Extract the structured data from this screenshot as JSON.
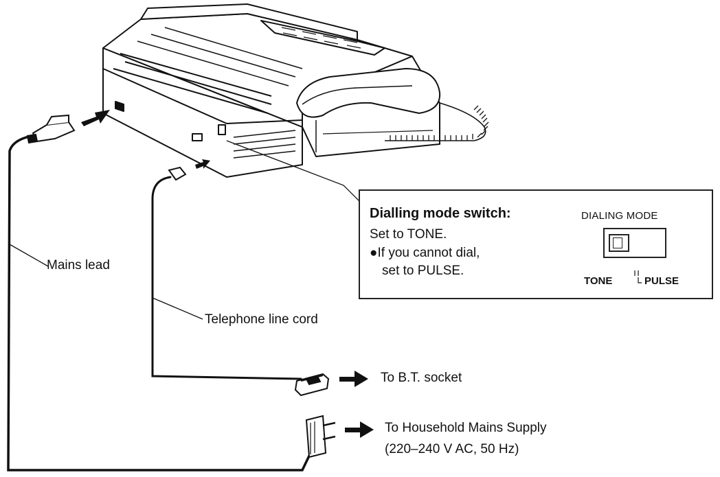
{
  "labels": {
    "mains_lead": "Mains lead",
    "telephone_line_cord": "Telephone line cord",
    "to_bt_socket": "To B.T. socket",
    "to_household_mains": "To Household Mains Supply",
    "mains_spec": "(220–240 V AC, 50 Hz)"
  },
  "callout": {
    "title": "Dialling mode switch:",
    "line1": "Set to TONE.",
    "bullet": "●If you cannot dial,",
    "line3": "set to PULSE.",
    "switch_title": "DIALING MODE",
    "switch_tone": "TONE",
    "switch_pulse": "PULSE"
  },
  "icons": [
    "fax-machine-icon",
    "arrow-right-icon",
    "power-plug-icon",
    "phone-plug-icon"
  ]
}
